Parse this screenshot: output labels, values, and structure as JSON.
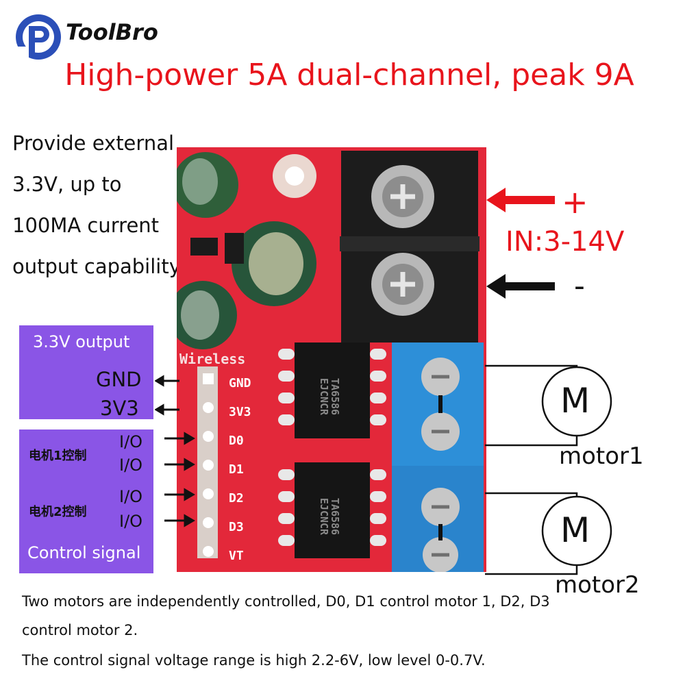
{
  "brand": {
    "name": "ToolBro",
    "color": "#2b4fb8"
  },
  "headline": "High-power 5A dual-channel, peak 9A",
  "power_note": [
    "Provide external",
    "3.3V, up to",
    "100MA current",
    "output capability"
  ],
  "output_panel": {
    "title": "3.3V  output",
    "gnd": "GND",
    "v33": "3V3"
  },
  "control_panel": {
    "motor1_cn": "电机1控制",
    "motor2_cn": "电机2控制",
    "io": [
      "I/O",
      "I/O",
      "I/O",
      "I/O"
    ],
    "footer": "Control signal"
  },
  "board": {
    "silk_text": "Wireless",
    "pins": [
      "GND",
      "3V3",
      "D0",
      "D1",
      "D2",
      "D3",
      "VT"
    ],
    "chip1_text": [
      "TA6586",
      "EJCNCR"
    ],
    "chip2_text": [
      "TA6586",
      "EJCNCR"
    ],
    "color": "#e3283a"
  },
  "power_input": {
    "label": "IN:3-14V",
    "plus": "+",
    "minus": "-"
  },
  "motors": [
    {
      "symbol": "M",
      "label": "motor1"
    },
    {
      "symbol": "M",
      "label": "motor2"
    }
  ],
  "description": [
    "Two motors are independently controlled, D0, D1 control motor 1, D2, D3",
    "control motor 2.",
    "The control signal voltage range is high 2.2-6V, low level 0-0.7V."
  ],
  "colors": {
    "accent_red": "#e8141c",
    "panel_purple": "#8a55e6",
    "terminal_blue": "#2d8fd8"
  }
}
